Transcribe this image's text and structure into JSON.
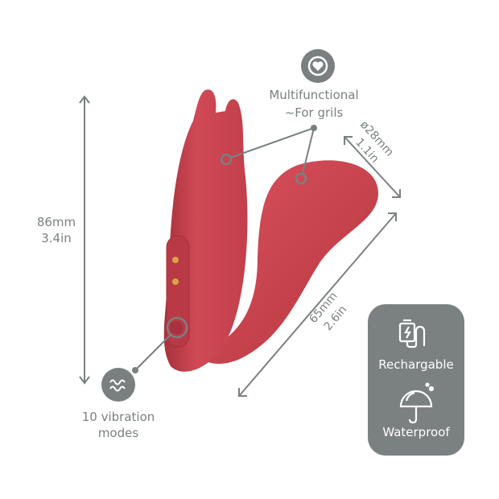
{
  "dimensions": {
    "height_mm": "86mm",
    "height_in": "3.4in",
    "diameter_mm": "ø28mm",
    "diameter_in": "1.1in",
    "length_mm": "65mm",
    "length_in": "2.6in"
  },
  "callouts": {
    "multifunctional_line1": "Multifunctional",
    "multifunctional_line2": "~For grils",
    "multifunctional_icon": "heart-circle-icon",
    "vibration_line1": "10 vibration",
    "vibration_line2": "modes",
    "vibration_icon": "waves-icon"
  },
  "features": [
    {
      "label": "Rechargable",
      "icon": "battery-charger-icon"
    },
    {
      "label": "Waterproof",
      "icon": "umbrella-icon"
    }
  ],
  "colors": {
    "product": "#c8414e",
    "accent_gray": "#7b8080",
    "button_gold": "#d9a441"
  }
}
